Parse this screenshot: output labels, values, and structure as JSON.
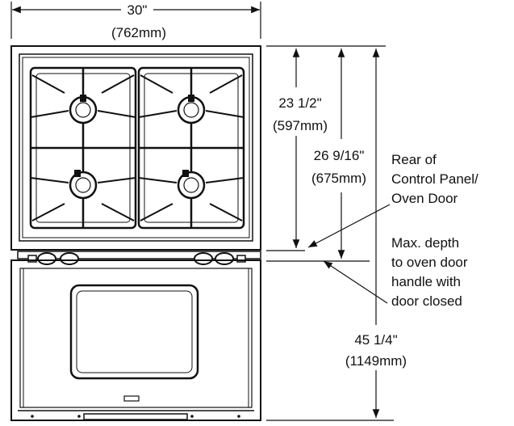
{
  "dimensions": {
    "width": {
      "imperial": "30\"",
      "metric": "(762mm)"
    },
    "depth_control_panel": {
      "imperial": "23 1/2\"",
      "metric": "(597mm)"
    },
    "depth_door_handle": {
      "imperial": "26 9/16\"",
      "metric": "(675mm)"
    },
    "height": {
      "imperial": "45 1/4\"",
      "metric": "(1149mm)"
    }
  },
  "notes": {
    "control_panel": [
      "Rear of",
      "Control Panel/",
      "Oven Door"
    ],
    "door_handle": [
      "Max. depth",
      "to oven door",
      "handle with",
      "door closed"
    ]
  }
}
